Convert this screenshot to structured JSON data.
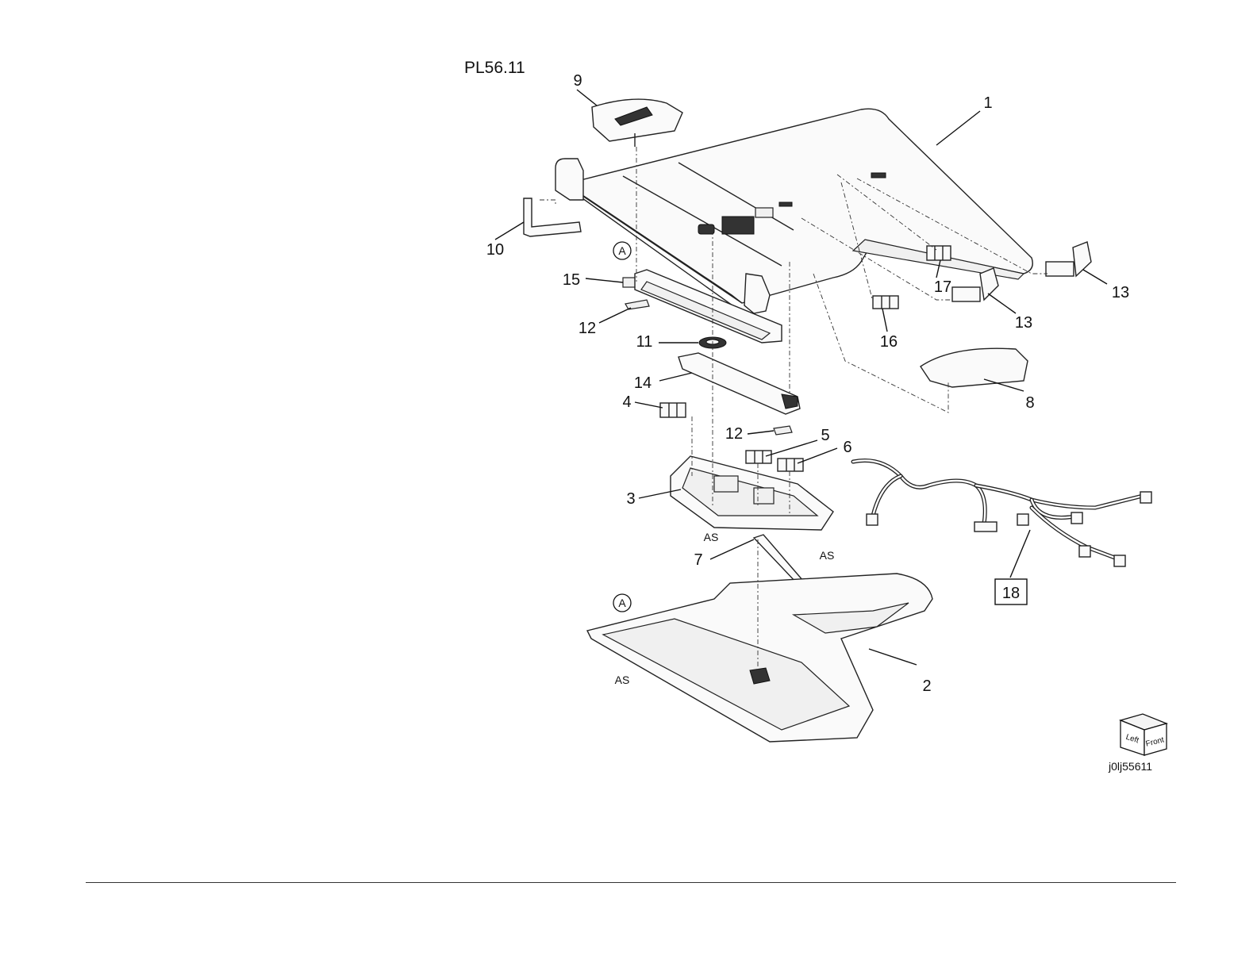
{
  "diagram": {
    "plate_id": "PL56.11",
    "image_code": "j0lj55611",
    "orientation_cube": {
      "left": "Left",
      "front": "Front"
    },
    "callouts": [
      "1",
      "2",
      "3",
      "4",
      "5",
      "6",
      "7",
      "8",
      "9",
      "10",
      "11",
      "12",
      "12",
      "13",
      "13",
      "14",
      "15",
      "16",
      "17",
      "18"
    ],
    "reference_marks": {
      "circle_a": "A",
      "as": "AS"
    }
  }
}
